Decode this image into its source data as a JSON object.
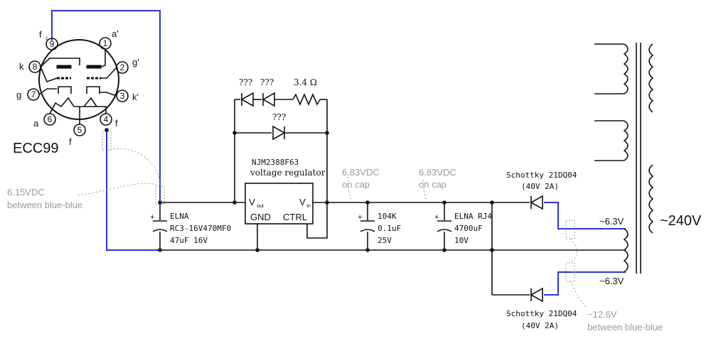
{
  "tube": {
    "name": "ECC99",
    "pins": [
      "1",
      "2",
      "3",
      "4",
      "5",
      "6",
      "7",
      "8",
      "9"
    ],
    "pin_labels": {
      "fc": "f",
      "fc_sub": "c",
      "a2": "a'",
      "g2": "g'",
      "k2": "k'",
      "k": "k",
      "g": "g",
      "a": "a",
      "f1": "f",
      "f2": "f"
    }
  },
  "notes": {
    "heater_voltage": [
      "6.15VDC",
      "between blue-blue"
    ],
    "cap1_voltage": [
      "6.83VDC",
      "on cap"
    ],
    "cap2_voltage": [
      "6.83VDC",
      "on cap"
    ],
    "secondary_voltage": [
      "~12.6V",
      "between blue-blue"
    ]
  },
  "regulator": {
    "name": "NJM2388F63",
    "desc": "voltage regulator",
    "vout": "V",
    "vout_sub": "out",
    "vin": "V",
    "vin_sub": "in",
    "gnd": "GND",
    "ctrl": "CTRL"
  },
  "diodes": {
    "top1": "???",
    "top2": "???",
    "mid": "???",
    "resistor": "3.4 Ω"
  },
  "caps": {
    "c1": [
      "ELNA",
      "RC3-16V470MF0",
      "47uF 16V"
    ],
    "c2": [
      "104K",
      "0.1uF",
      "25V"
    ],
    "c3": [
      "ELNA RJ4",
      "4700uF",
      "10V"
    ]
  },
  "schottky": {
    "top": [
      "Schottky 21DQ04",
      "(40V 2A)"
    ],
    "bottom": [
      "Schottky 21DQ04",
      "(40V 2A)"
    ]
  },
  "transformer": {
    "primary": "~240V",
    "sec_top": "~6.3V",
    "sec_bottom": "~6.3V"
  }
}
